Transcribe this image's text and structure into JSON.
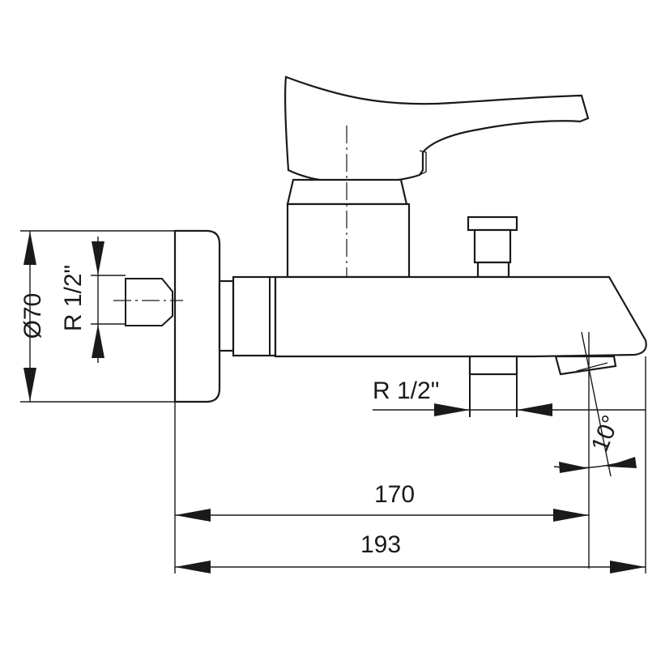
{
  "drawing": {
    "subject": "bath mixer tap side view",
    "dimensions": {
      "wall_diameter": "Ø70",
      "inlet_thread": "R 1/2\"",
      "outlet_thread": "R 1/2\"",
      "spout_angle": "10°",
      "length_to_outlet": "170",
      "overall_length": "193"
    }
  }
}
